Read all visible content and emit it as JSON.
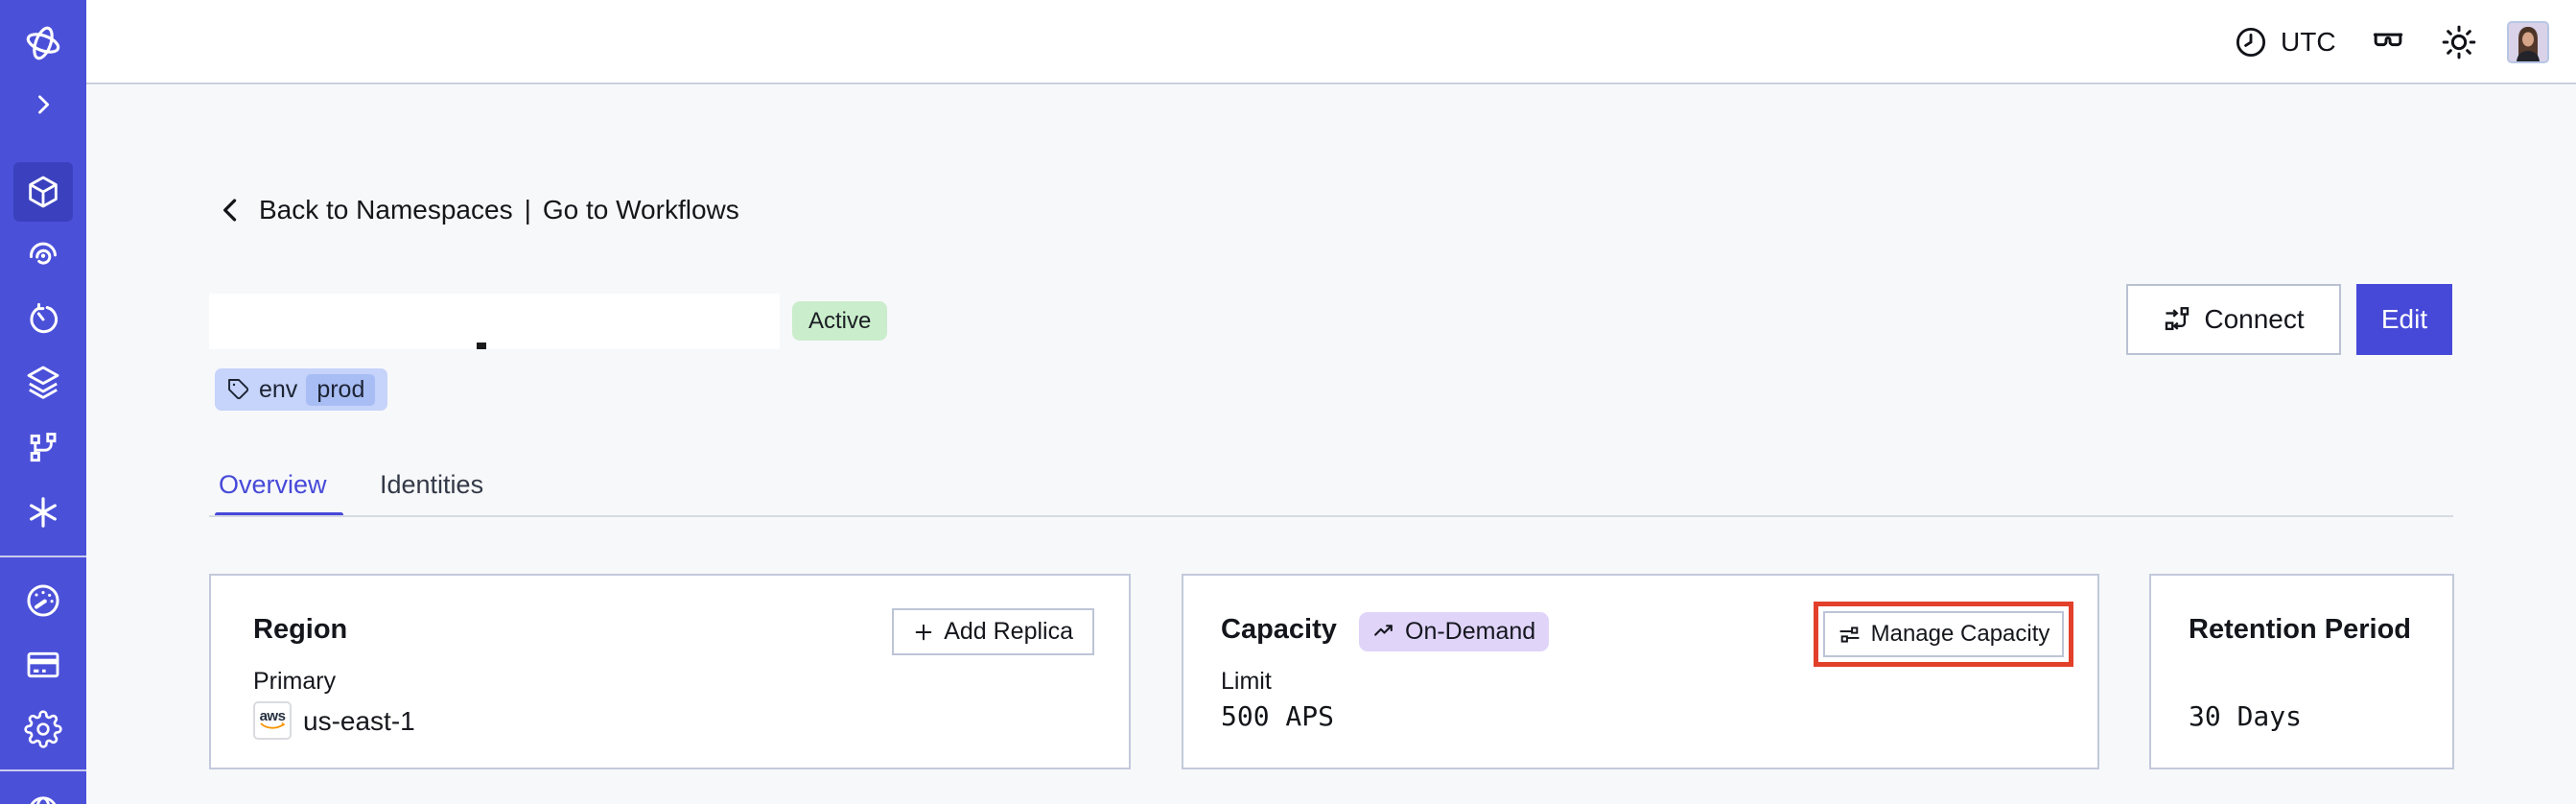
{
  "topbar": {
    "timezone": "UTC"
  },
  "breadcrumb": {
    "back": "Back to Namespaces",
    "separator": "|",
    "forward": "Go to Workflows"
  },
  "namespace": {
    "status": "Active",
    "tag": {
      "key": "env",
      "value": "prod"
    }
  },
  "actions": {
    "connect": "Connect",
    "edit": "Edit"
  },
  "tabs": [
    {
      "label": "Overview",
      "active": true
    },
    {
      "label": "Identities",
      "active": false
    }
  ],
  "cards": {
    "region": {
      "title": "Region",
      "add_replica": "+",
      "add_replica_label": "Add Replica",
      "label": "Primary",
      "provider": "aws",
      "value": "us-east-1"
    },
    "capacity": {
      "title": "Capacity",
      "badge": "On-Demand",
      "manage_label": "Manage Capacity",
      "label": "Limit",
      "value": "500 APS"
    },
    "retention": {
      "title": "Retention Period",
      "value": "30 Days"
    }
  },
  "annotation": {
    "highlighted_element": "Manage Capacity",
    "highlight_color": "#E2402B"
  },
  "icons": {
    "sidebar": [
      "temporal-logo",
      "expand-chevron",
      "namespaces-cube",
      "workflows-spiral",
      "schedules-timer",
      "layers-stack",
      "deployments-branch",
      "nexus-asterisk",
      "usage-gauge",
      "billing-card",
      "settings-gear",
      "help-globe-partial"
    ],
    "topbar": [
      "clock",
      "labs-glasses",
      "theme-sun",
      "user-avatar"
    ],
    "buttons": [
      "connect-flow",
      "plus",
      "trend-up",
      "sliders",
      "tag",
      "aws-logo",
      "back-chevron"
    ]
  },
  "colors": {
    "sidebar": "#4B50D9",
    "sidebar_active": "#3B41BE",
    "accent": "#4649D8",
    "status_green": "#CAEDCB",
    "tag_blue": "#C6D3FA",
    "tag_chip_blue": "#A9BDF5",
    "ondemand_lavender": "#E0D4F9",
    "highlight_red": "#E2402B",
    "content_bg": "#F7F8FA",
    "card_border": "#C2C9DA"
  }
}
